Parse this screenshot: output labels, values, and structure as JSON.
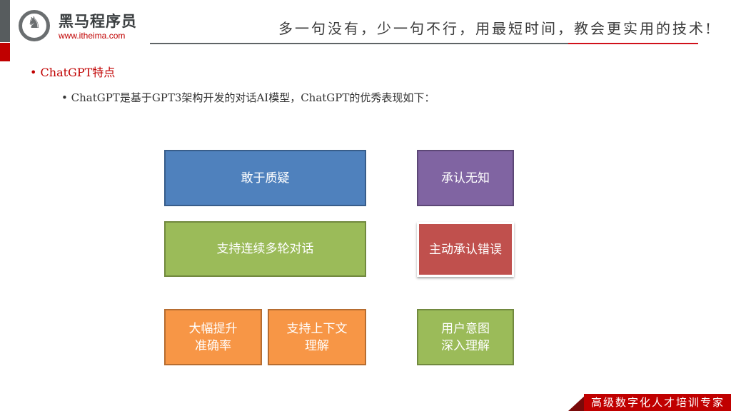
{
  "header": {
    "logo_title": "黑马程序员",
    "logo_url": "www.itheima.com",
    "slogan": "多一句没有，少一句不行，用最短时间，教会更实用的技术!"
  },
  "content": {
    "bullet_title": "ChatGPT特点",
    "bullet_sub": "ChatGPT是基于GPT3架构开发的对话AI模型，ChatGPT的优秀表现如下："
  },
  "boxes": [
    {
      "label": "敢于质疑",
      "color": "#4f81bd"
    },
    {
      "label": "承认无知",
      "color": "#8064a2"
    },
    {
      "label": "支持连续多轮对话",
      "color": "#9bbb59"
    },
    {
      "label": "主动承认错误",
      "color": "#c0504d"
    },
    {
      "line1": "大幅提升",
      "line2": "准确率",
      "color": "#f79646"
    },
    {
      "line1": "支持上下文",
      "line2": "理解",
      "color": "#f79646"
    },
    {
      "line1": "用户意图",
      "line2": "深入理解",
      "color": "#9bbb59"
    }
  ],
  "footer": {
    "tagline": "高级数字化人才培训专家"
  }
}
